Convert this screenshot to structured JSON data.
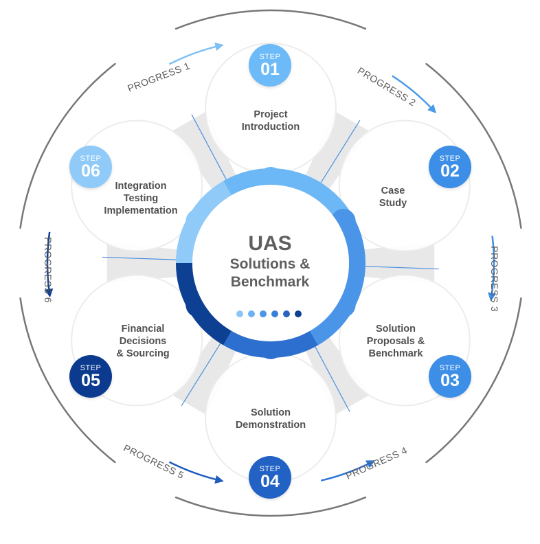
{
  "center": {
    "title": "UAS",
    "line2": "Solutions &",
    "line3": "Benchmark",
    "dot_colors": [
      "#8cc6f8",
      "#6db2f2",
      "#4b96e6",
      "#3a7fd8",
      "#2a62bf",
      "#0d3f93"
    ]
  },
  "step_word": "STEP",
  "steps": [
    {
      "num": "01",
      "label": [
        "Project",
        "Introduction"
      ],
      "color": "#6cbaf7"
    },
    {
      "num": "02",
      "label": [
        "Case",
        "Study"
      ],
      "color": "#3d8ee6"
    },
    {
      "num": "03",
      "label": [
        "Solution",
        "Proposals &",
        "Benchmark"
      ],
      "color": "#3d8ee6"
    },
    {
      "num": "04",
      "label": [
        "Solution",
        "Demonstration"
      ],
      "color": "#2162c4"
    },
    {
      "num": "05",
      "label": [
        "Financial",
        "Decisions",
        "& Sourcing"
      ],
      "color": "#0b3a8e"
    },
    {
      "num": "06",
      "label": [
        "Integration",
        "Testing",
        "Implementation"
      ],
      "color": "#8fcaf8"
    }
  ],
  "progress": [
    {
      "label": "PROGRESS 1",
      "color": "#7cc0f5"
    },
    {
      "label": "PROGRESS 2",
      "color": "#4b9ae9"
    },
    {
      "label": "PROGRESS 3",
      "color": "#3d8ee6"
    },
    {
      "label": "PROGRESS 4",
      "color": "#2f78d6"
    },
    {
      "label": "PROGRESS 5",
      "color": "#1e5bbd"
    },
    {
      "label": "PROGRESS 6",
      "color": "#0f3f94"
    }
  ],
  "ring_colors": [
    "#6cb7f5",
    "#4a95e8",
    "#2c6fcf",
    "#0d3f93",
    "#8fcaf8"
  ]
}
